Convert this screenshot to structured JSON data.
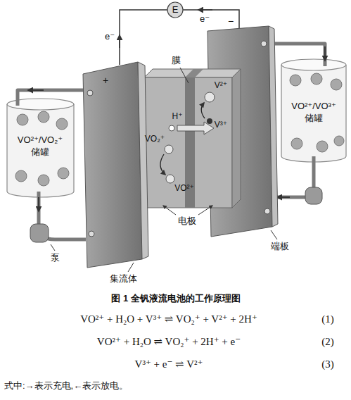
{
  "diagram": {
    "caption": "图 1 全钒液流电池的工作原理图",
    "nodes": [
      {
        "text": [
          "E"
        ]
      },
      {
        "text": [
          "VO²⁺/VO₂⁺",
          "储罐"
        ]
      },
      {
        "text": [
          "VO²⁺/VO³⁺",
          "储罐"
        ]
      }
    ],
    "labels": [
      "e⁻",
      "e⁻",
      "+",
      "−",
      "膜",
      "V²⁺",
      "H⁺",
      "V³⁺",
      "VO₂⁺",
      "VO²⁺",
      "电极",
      "泵",
      "集流体",
      "端板",
      "VO²⁺ + H₂O + V³⁺ ⇌ VO₂⁺ + V²⁺ + 2H⁺",
      "VO²⁺ + H₂O ⇌ VO₂⁺ + 2H⁺ + e⁻",
      "V³⁺ + e⁻ ⇌ V²⁺",
      "(1)",
      "(2)",
      "(3)",
      "式中:→表示充电,←表示放电。"
    ]
  }
}
